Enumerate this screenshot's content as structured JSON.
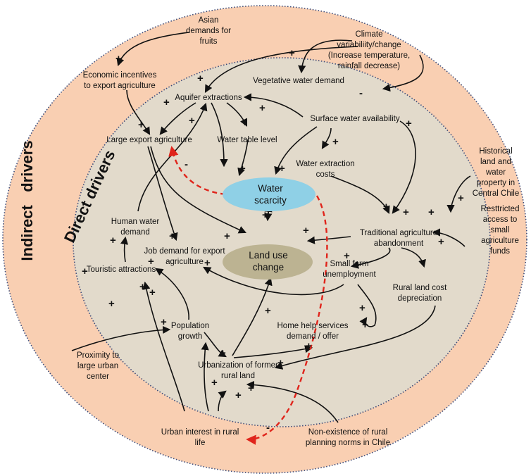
{
  "rings": {
    "outer_label": "Indirect   drivers",
    "inner_label": "Direct drivers"
  },
  "core": {
    "water_scarcity": [
      "Water",
      "scarcity"
    ],
    "land_use_change": [
      "Land use",
      "change"
    ]
  },
  "nodes": {
    "asian_demands": [
      "Asian",
      "demands for",
      "fruits"
    ],
    "climate_variability": [
      "Climate",
      "variabiliity/change",
      "(Increase temperature,",
      "rainfall decrease)"
    ],
    "economic_incentives": [
      "Economic  incentives",
      "to export agriculture"
    ],
    "vegetative_water_demand": [
      "Vegetative water demand"
    ],
    "aquifer_extractions": [
      "Aquifer extractions"
    ],
    "surface_water_availability": [
      "Surface water availability"
    ],
    "large_export_agriculture": [
      "Large export agriculture"
    ],
    "water_table_level": [
      "Water table level"
    ],
    "water_extraction_costs": [
      "Water extraction",
      "costs"
    ],
    "historical_property": [
      "Historical",
      "land and",
      "water",
      "property in",
      "Central Chile"
    ],
    "restricted_access": [
      "Resttricted",
      "access to",
      "small",
      "agriculture",
      "funds"
    ],
    "human_water_demand": [
      "Human water",
      "demand"
    ],
    "job_demand": [
      "Job demand for export",
      "agriculture"
    ],
    "traditional_abandonment": [
      "Traditional agriculture",
      "abandonment"
    ],
    "small_farm_unemployment": [
      "Small farm",
      "unemployment"
    ],
    "rural_land_cost": [
      "Rural land cost",
      "depreciation"
    ],
    "touristic_attractions": [
      "Touristic attractions"
    ],
    "population_growth": [
      "Population",
      "growth"
    ],
    "home_help_services": [
      "Home help services",
      "demand / offer"
    ],
    "proximity_urban": [
      "Proximity to",
      "large urban",
      "center"
    ],
    "urbanization": [
      "Urbanization of former",
      "rural land"
    ],
    "urban_interest": [
      "Urban interest in rural",
      "life"
    ],
    "non_existence_norms": [
      "Non-existence of rural",
      "planning norms in Chile"
    ]
  },
  "signs": {
    "plus": "+",
    "minus": "-"
  },
  "colors": {
    "outer_ring": "#f9cfb2",
    "inner_ring": "#e2dacb",
    "ring_border": "#3d4c7a",
    "water_scarcity": "#8fd0e6",
    "land_use_change": "#bcb392",
    "dashed_link": "#e0241b"
  }
}
